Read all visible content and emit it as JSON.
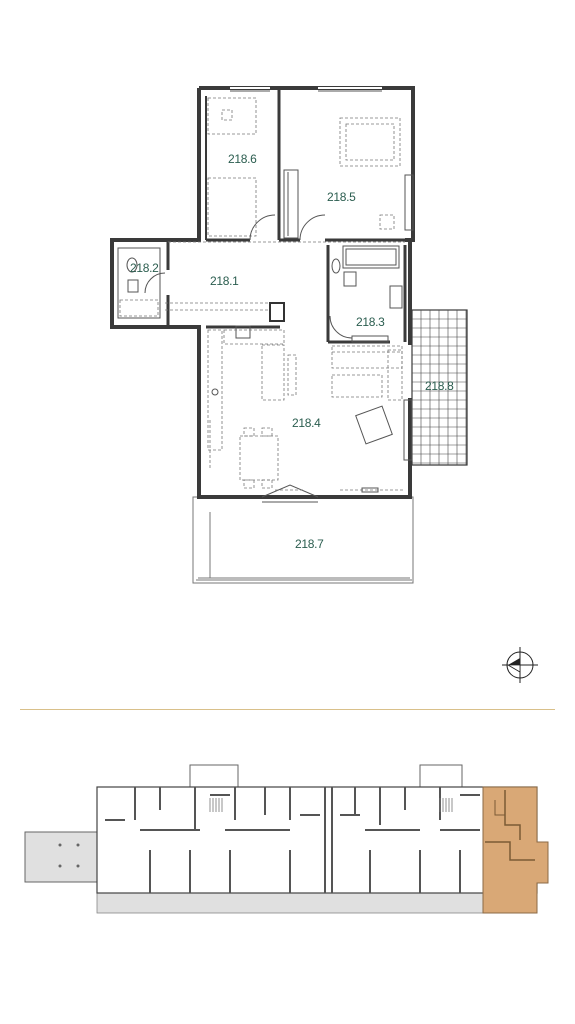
{
  "rooms": [
    {
      "id": "218.1",
      "label": "218.1"
    },
    {
      "id": "218.2",
      "label": "218.2"
    },
    {
      "id": "218.3",
      "label": "218.3"
    },
    {
      "id": "218.4",
      "label": "218.4"
    },
    {
      "id": "218.5",
      "label": "218.5"
    },
    {
      "id": "218.6",
      "label": "218.6"
    },
    {
      "id": "218.7",
      "label": "218.7"
    },
    {
      "id": "218.8",
      "label": "218.8"
    }
  ],
  "colors": {
    "room_label": "#2b5d4f",
    "highlight_unit": "#d9a876",
    "divider": "#d9c08a",
    "site_gray": "#e0e0e0"
  },
  "icons": {
    "compass": "north-arrow-icon"
  }
}
